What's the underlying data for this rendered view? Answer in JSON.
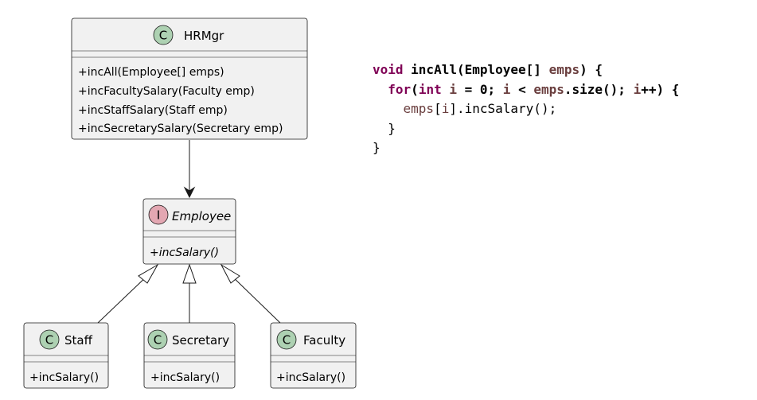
{
  "colors": {
    "class_badge": "#add1b2",
    "interface_badge": "#e3a7b2",
    "box_fill": "#f1f1f1",
    "box_stroke": "#181818",
    "keyword": "#7f0055",
    "variable": "#6a3e3e"
  },
  "diagram": {
    "hrmgr": {
      "badge": "C",
      "name": "HRMgr",
      "methods": [
        "+incAll(Employee[] emps)",
        "+incFacultySalary(Faculty emp)",
        "+incStaffSalary(Staff emp)",
        "+incSecretarySalary(Secretary emp)"
      ]
    },
    "employee": {
      "badge": "I",
      "name": "Employee",
      "methods": [
        "+incSalary()"
      ]
    },
    "staff": {
      "badge": "C",
      "name": "Staff",
      "methods": [
        "+incSalary()"
      ]
    },
    "secretary": {
      "badge": "C",
      "name": "Secretary",
      "methods": [
        "+incSalary()"
      ]
    },
    "faculty": {
      "badge": "C",
      "name": "Faculty",
      "methods": [
        "+incSalary()"
      ]
    }
  },
  "code": {
    "l1": {
      "kw": "void",
      "sig": " incAll(Employee[] ",
      "param": "emps",
      "end": ") {"
    },
    "l2": {
      "indent": "  ",
      "kw_for": "for",
      "p1": "(",
      "kw_int": "int",
      "sp": " ",
      "v1": "i",
      "p2": " = 0; ",
      "v2": "i",
      "p3": " < ",
      "v3": "emps",
      "p4": ".size(); ",
      "v4": "i",
      "p5": "++) {"
    },
    "l3": {
      "indent": "    ",
      "v1": "emps",
      "p1": "[",
      "v2": "i",
      "p2": "].incSalary();"
    },
    "l4": "  }",
    "l5": "}"
  }
}
